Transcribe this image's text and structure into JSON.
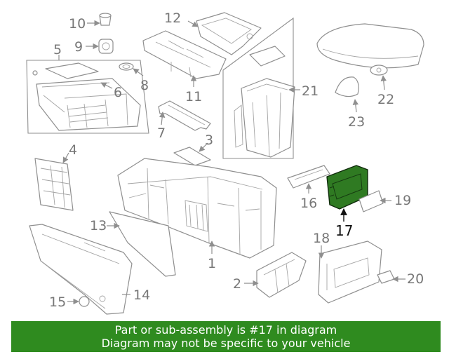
{
  "diagram": {
    "callouts": [
      "10",
      "9",
      "5",
      "6",
      "8",
      "12",
      "11",
      "7",
      "3",
      "21",
      "22",
      "23",
      "4",
      "16",
      "17",
      "19",
      "13",
      "1",
      "18",
      "2",
      "20",
      "15",
      "14"
    ],
    "highlighted_part": "17",
    "colors": {
      "highlight_fill": "#2f7a22",
      "line": "#8f8f8f",
      "banner": "#2f8b1f",
      "label": "#777777"
    }
  },
  "banner": {
    "line1": "Part or sub-assembly is #17 in diagram",
    "line2": "Diagram may not be specific to your vehicle"
  }
}
